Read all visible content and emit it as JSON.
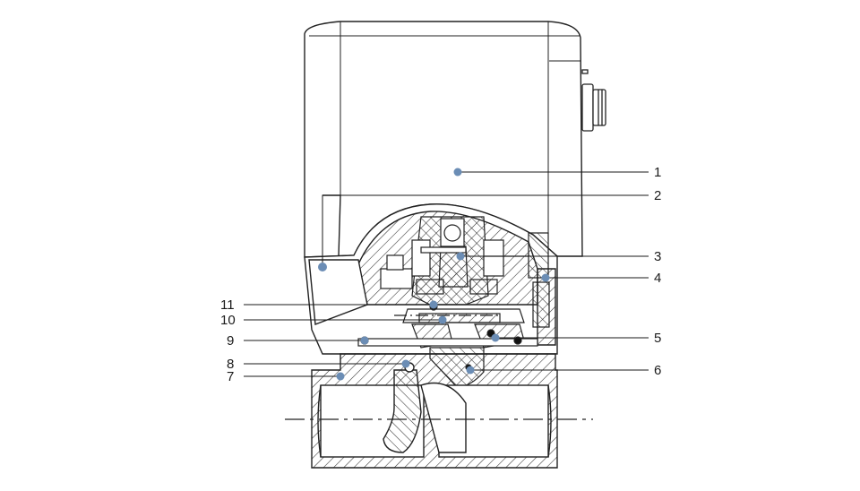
{
  "callouts": [
    {
      "id": "1",
      "label": "1"
    },
    {
      "id": "2",
      "label": "2"
    },
    {
      "id": "3",
      "label": "3"
    },
    {
      "id": "4",
      "label": "4"
    },
    {
      "id": "5",
      "label": "5"
    },
    {
      "id": "6",
      "label": "6"
    },
    {
      "id": "7",
      "label": "7"
    },
    {
      "id": "8",
      "label": "8"
    },
    {
      "id": "9",
      "label": "9"
    },
    {
      "id": "10",
      "label": "10"
    },
    {
      "id": "11",
      "label": "11"
    }
  ],
  "colors": {
    "line": "#222222",
    "leader": "#1a1a1a",
    "marker": "#6b8db5",
    "hatch": "#333333"
  }
}
